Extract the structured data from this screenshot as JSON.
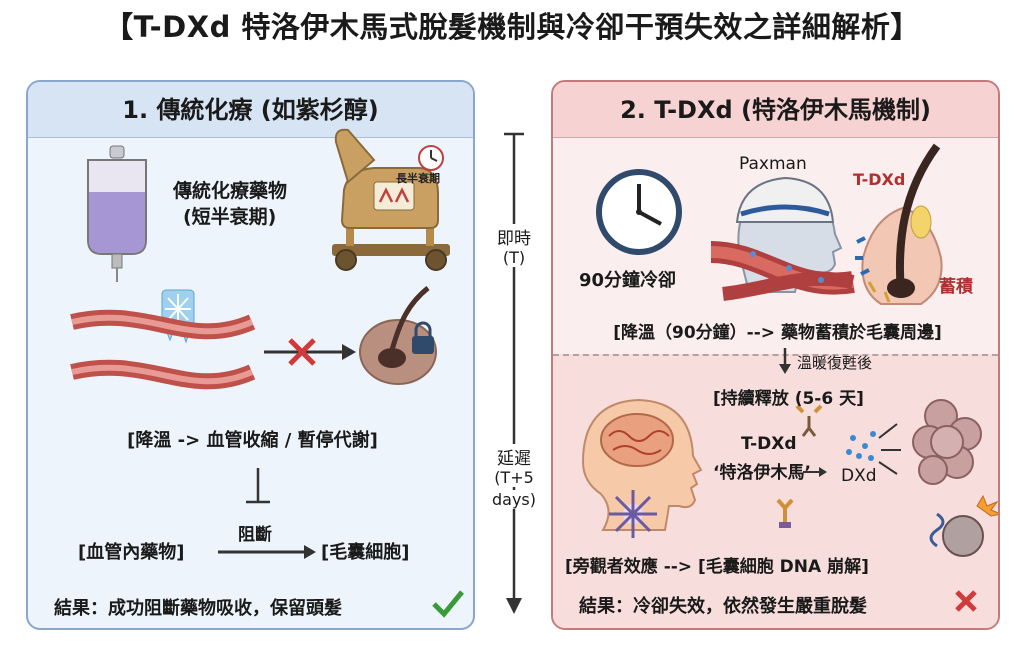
{
  "title": "【T-DXd 特洛伊木馬式脫髮機制與冷卻干預失效之詳細解析】",
  "left_panel": {
    "header": "1. 傳統化療 (如紫杉醇)",
    "drug_label_1": "傳統化療藥物",
    "drug_label_2": "(短半衰期)",
    "horse_tag": "長半衰期",
    "mechanism": "[降溫 -> 血管收縮 / 暫停代謝]",
    "vessel_drug": "[血管內藥物]",
    "block_label": "阻斷",
    "follicle_cell": "[毛囊細胞]",
    "result": "結果：成功阻斷藥物吸收，保留頭髮",
    "result_icon": "check-icon",
    "accent": "#8aa6cc"
  },
  "timeline": {
    "immediate_1": "即時",
    "immediate_2": "(T)",
    "delayed_1": "延遲",
    "delayed_2": "(T+5",
    "delayed_3": "days)"
  },
  "right_panel": {
    "header": "2. T-DXd (特洛伊木馬機制)",
    "cooling_time": "90分鐘冷卻",
    "paxman": "Paxman",
    "tdxd_label": "T-DXd",
    "accumulate": "蓄積",
    "cooling_phase": "[降溫（90分鐘）--> 藥物蓄積於毛囊周邊]",
    "rewarm": "溫暖復甦後",
    "sustained": "[持續釋放 (5-6 天]",
    "tdxd_name": "T-DXd",
    "trojan": "‘特洛伊木馬’",
    "dxd": "DXd",
    "bystander": "[旁觀者效應 --> [毛囊細胞 DNA 崩解]",
    "result": "結果：冷卻失效，依然發生嚴重脫髮",
    "result_icon": "cross-icon",
    "accent": "#c47a7a"
  }
}
